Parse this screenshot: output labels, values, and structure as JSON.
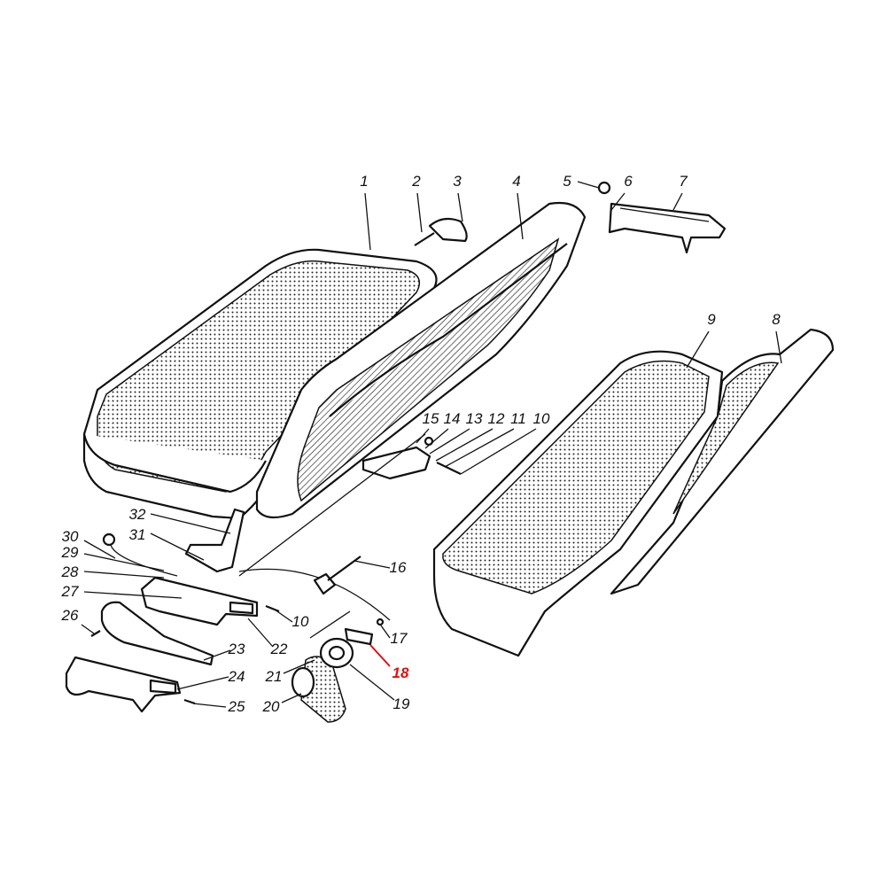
{
  "title": "Seat assembly exploded view",
  "highlight_color": "#e01010",
  "labels": [
    "1",
    "2",
    "3",
    "4",
    "5",
    "6",
    "7",
    "8",
    "9",
    "10",
    "11",
    "12",
    "13",
    "14",
    "15",
    "10",
    "16",
    "17",
    "18",
    "19",
    "20",
    "21",
    "22",
    "23",
    "24",
    "25",
    "26",
    "27",
    "28",
    "29",
    "30",
    "31",
    "32"
  ],
  "highlighted_label": "18"
}
